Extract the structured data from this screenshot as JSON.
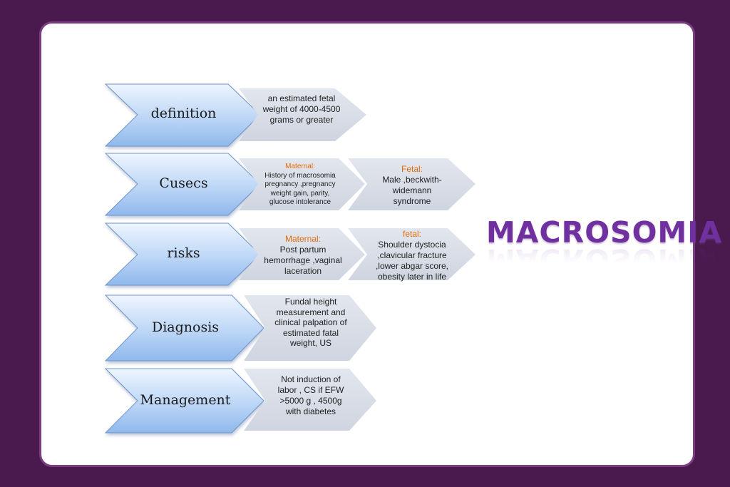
{
  "title": "MACROSOMIA",
  "colors": {
    "frame": "#4a1a4f",
    "title": "#7030a0",
    "highlight": "#e36c09",
    "primary_chevron_light": "#eaf2ff",
    "primary_chevron_dark": "#9cc3f0",
    "secondary_chevron": "#d7dce6"
  },
  "rows": [
    {
      "label": "definition",
      "details": [
        {
          "heading": "",
          "text": "an estimated fetal weight of 4000-4500 grams or greater"
        }
      ]
    },
    {
      "label": "Cusecs",
      "details": [
        {
          "heading": "Maternal:",
          "text": "History of macrosomia pregnancy ,pregnancy weight gain, parity, glucose intolerance"
        },
        {
          "heading": "Fetal:",
          "text": "Male ,beckwith-widemann syndrome"
        }
      ]
    },
    {
      "label": "risks",
      "details": [
        {
          "heading": "Maternal:",
          "text": "Post partum hemorrhage ,vaginal laceration"
        },
        {
          "heading": "fetal:",
          "text": "Shoulder dystocia ,clavicular fracture ,lower abgar score, obesity later in life"
        }
      ]
    },
    {
      "label": "Diagnosis",
      "details": [
        {
          "heading": "",
          "text": "Fundal height measurement and clinical palpation of estimated fatal weight, US"
        }
      ]
    },
    {
      "label": "Management",
      "details": [
        {
          "heading": "",
          "text": "Not induction of labor , CS if EFW >5000 g , 4500g with diabetes"
        }
      ]
    }
  ]
}
